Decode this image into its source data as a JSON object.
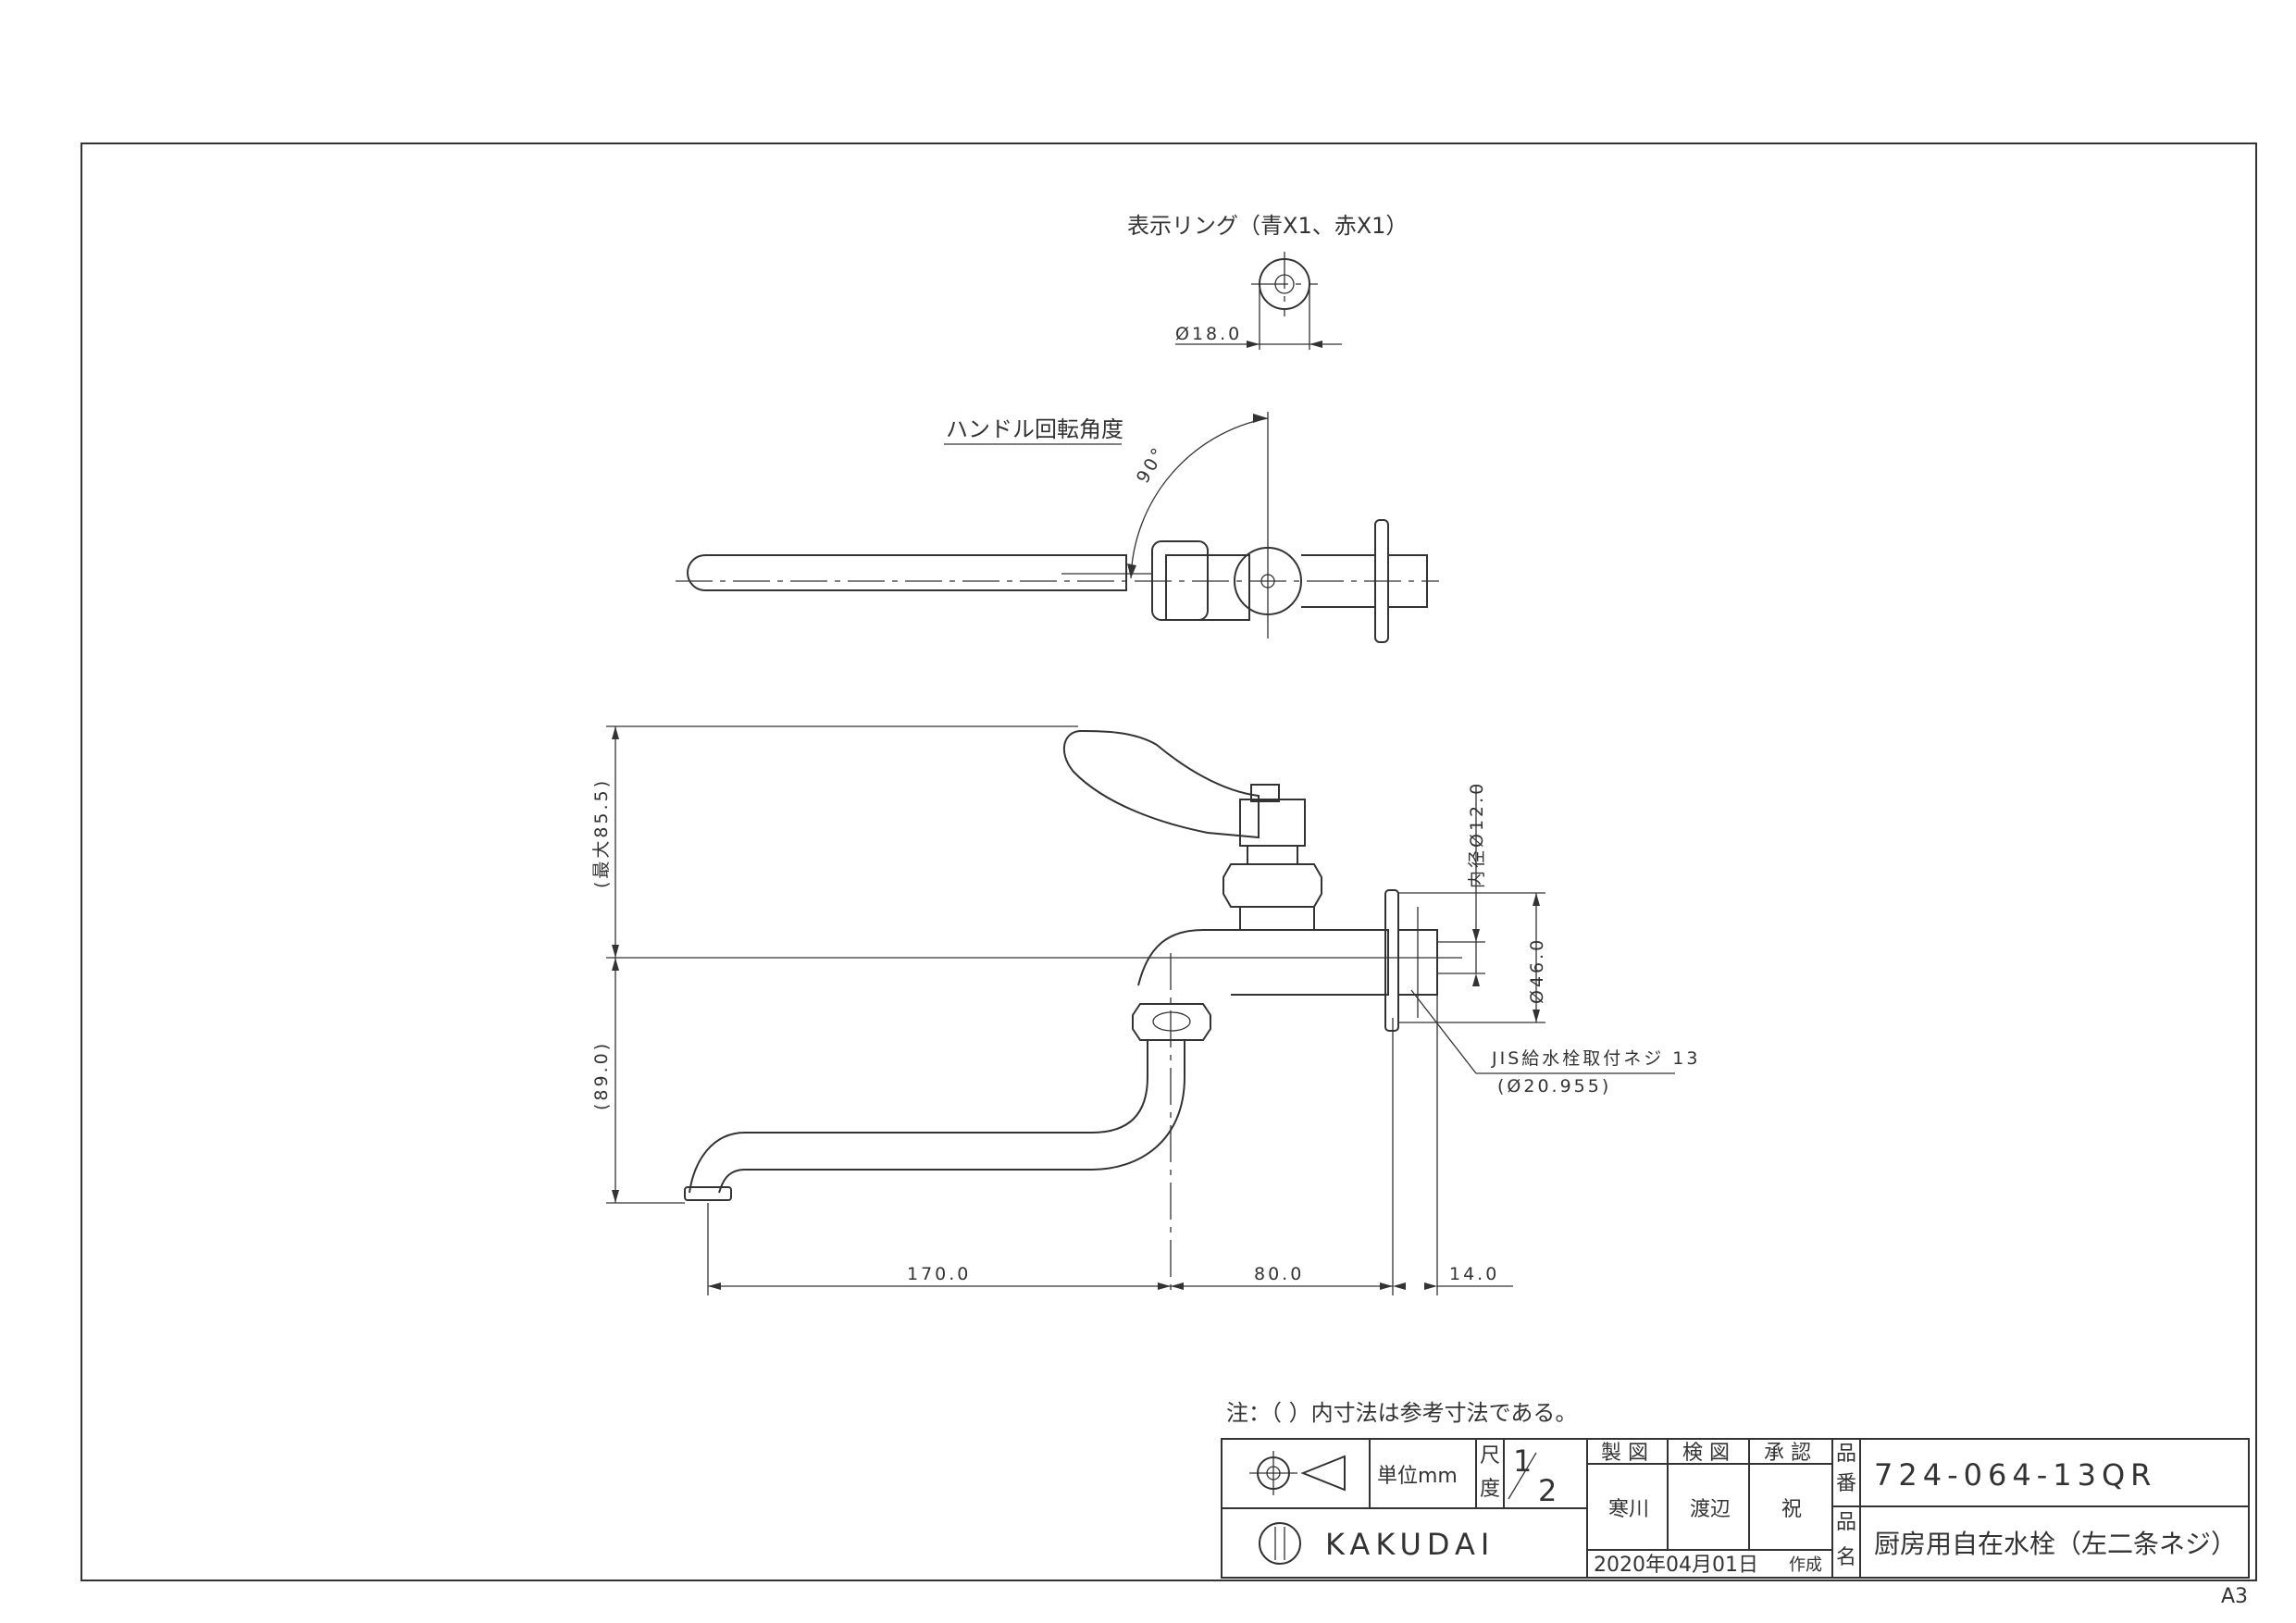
{
  "labels": {
    "ring": "表示リング（青X1、赤X1）",
    "ring_dia": "Ø18.0",
    "handle_rotation": "ハンドル回転角度",
    "angle": "90°",
    "max_height": "(最大85.5)",
    "lower_height": "(89.0)",
    "inner_dia": "内径Ø12.0",
    "outer_dia": "Ø46.0",
    "thread": "JIS給水栓取付ネジ 13",
    "thread_dia": "(Ø20.955)",
    "len_spout": "170.0",
    "len_body": "80.0",
    "len_thread": "14.0",
    "note": "注：（ ）内寸法は参考寸法である。"
  },
  "title_block": {
    "unit": "単位mm",
    "scale_label_1": "尺",
    "scale_label_2": "度",
    "scale_num": "1",
    "scale_den": "2",
    "drawn": "製 図",
    "checked": "検 図",
    "approved": "承 認",
    "drawn_by": "寒川",
    "checked_by": "渡辺",
    "approved_by": "祝",
    "part_no_label_1": "品",
    "part_no_label_2": "番",
    "part_no": "724-064-13QR",
    "name_label_1": "品",
    "name_label_2": "名",
    "product_name": "厨房用自在水栓（左二条ネジ）",
    "logo": "KAKUDAI",
    "date": "2020年04月01日",
    "created": "作成",
    "sheet": "A3"
  }
}
